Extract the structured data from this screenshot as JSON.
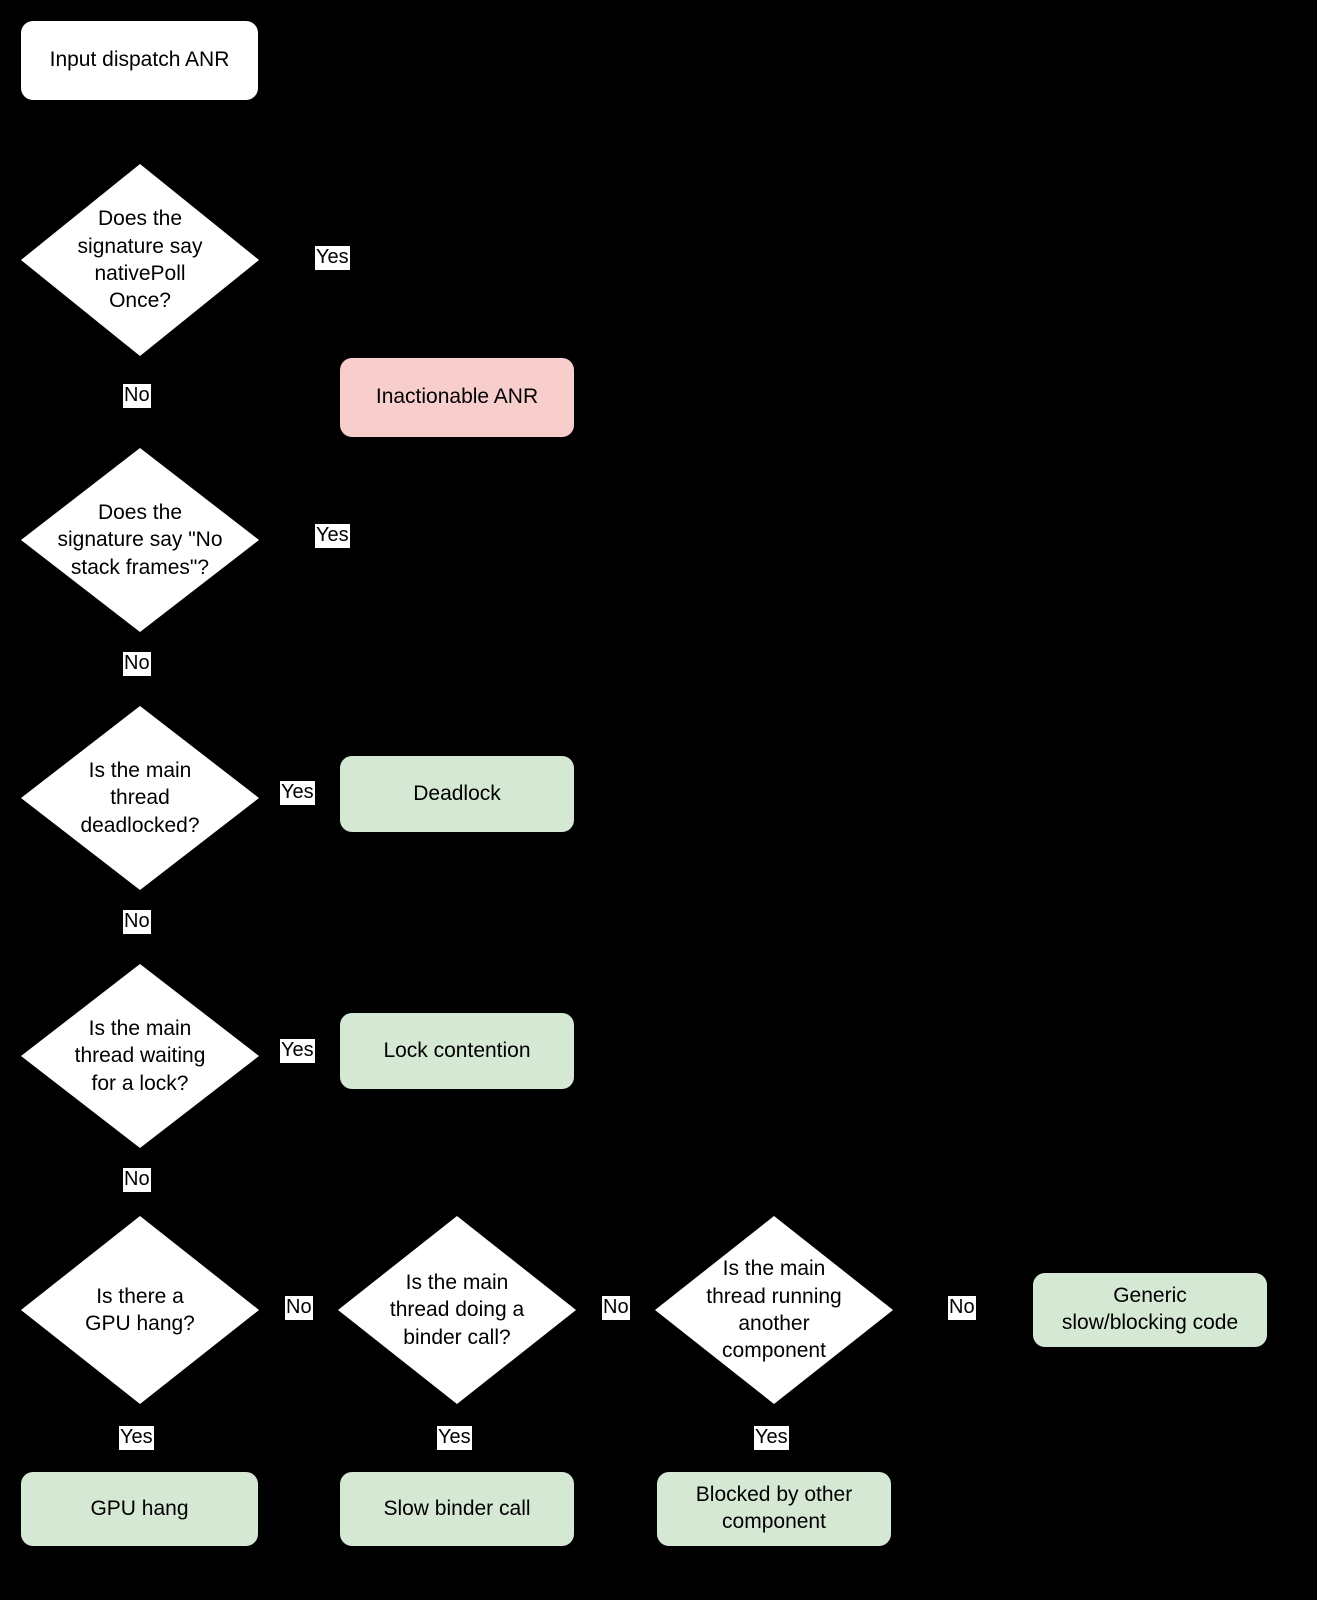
{
  "diagram": {
    "title": "Input dispatch ANR triage flowchart",
    "background_color": "#000000",
    "palette": {
      "start_fill": "#ffffff",
      "decision_fill": "#ffffff",
      "inactionable_fill": "#f8cecc",
      "outcome_fill": "#d5e8d4",
      "text_color": "#000000",
      "edge_label_fill": "#ffffff",
      "stroke_color": "#000000"
    }
  },
  "nodes": {
    "start": {
      "label": "Input dispatch ANR",
      "type": "terminator",
      "fill": "#ffffff"
    },
    "d_nativepoll": {
      "label": "Does the\nsignature say\nnativePoll\nOnce?",
      "type": "decision",
      "fill": "#ffffff"
    },
    "d_nostack": {
      "label": "Does the\nsignature say \"No\nstack frames\"?",
      "type": "decision",
      "fill": "#ffffff"
    },
    "d_deadlock": {
      "label": "Is the main\nthread\ndeadlocked?",
      "type": "decision",
      "fill": "#ffffff"
    },
    "d_lock": {
      "label": "Is the main\nthread waiting\nfor a lock?",
      "type": "decision",
      "fill": "#ffffff"
    },
    "d_gpu": {
      "label": "Is there a\nGPU hang?",
      "type": "decision",
      "fill": "#ffffff"
    },
    "d_binder": {
      "label": "Is the main\nthread doing a\nbinder call?",
      "type": "decision",
      "fill": "#ffffff"
    },
    "d_component": {
      "label": "Is the main\nthread running\nanother\ncomponent",
      "type": "decision",
      "fill": "#ffffff"
    },
    "o_inactionable": {
      "label": "Inactionable ANR",
      "type": "outcome",
      "fill": "#f8cecc"
    },
    "o_deadlock": {
      "label": "Deadlock",
      "type": "outcome",
      "fill": "#d5e8d4"
    },
    "o_lock": {
      "label": "Lock contention",
      "type": "outcome",
      "fill": "#d5e8d4"
    },
    "o_generic": {
      "label": "Generic\nslow/blocking code",
      "type": "outcome",
      "fill": "#d5e8d4"
    },
    "o_gpu": {
      "label": "GPU hang",
      "type": "outcome",
      "fill": "#d5e8d4"
    },
    "o_binder": {
      "label": "Slow binder call",
      "type": "outcome",
      "fill": "#d5e8d4"
    },
    "o_component": {
      "label": "Blocked by other\ncomponent",
      "type": "outcome",
      "fill": "#d5e8d4"
    }
  },
  "edge_labels": {
    "nativepoll_yes": "Yes",
    "nativepoll_no": "No",
    "nostack_yes": "Yes",
    "nostack_no": "No",
    "deadlock_yes": "Yes",
    "deadlock_no": "No",
    "lock_yes": "Yes",
    "lock_no": "No",
    "gpu_no": "No",
    "gpu_yes": "Yes",
    "binder_no": "No",
    "binder_yes": "Yes",
    "component_no": "No",
    "component_yes": "Yes"
  }
}
